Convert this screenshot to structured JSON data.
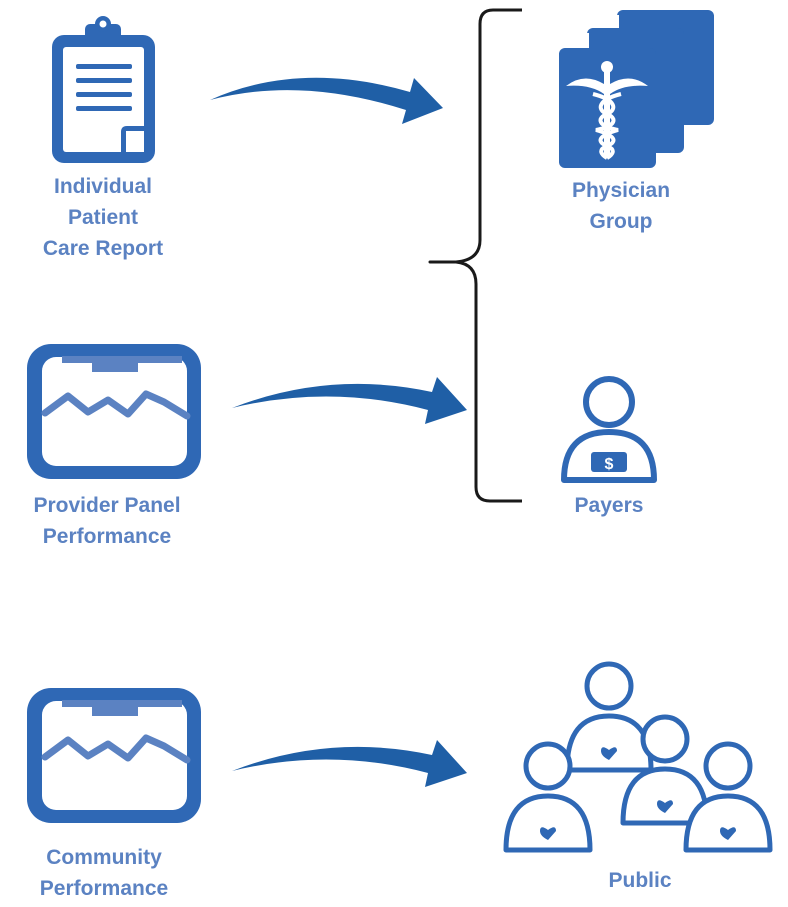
{
  "colors": {
    "icon_blue": "#2f68b5",
    "label_blue": "#5b82c2",
    "arrow_blue": "#1f5fa6",
    "bracket": "#1a1a1a"
  },
  "sources": {
    "individual": {
      "lines": [
        "Individual",
        "Patient",
        "Care Report"
      ],
      "icon": "clipboard-icon"
    },
    "provider": {
      "lines": [
        "Provider Panel",
        "Performance"
      ],
      "icon": "trend-chart-icon"
    },
    "community": {
      "lines": [
        "Community",
        "Performance"
      ],
      "icon": "trend-chart-icon"
    }
  },
  "targets": {
    "physician": {
      "lines": [
        "Physician",
        "Group"
      ],
      "icon": "caduceus-cards-icon"
    },
    "payers": {
      "label": "Payers",
      "icon": "person-dollar-icon",
      "badge": "$"
    },
    "public": {
      "label": "Public",
      "icon": "people-heart-icon"
    }
  }
}
